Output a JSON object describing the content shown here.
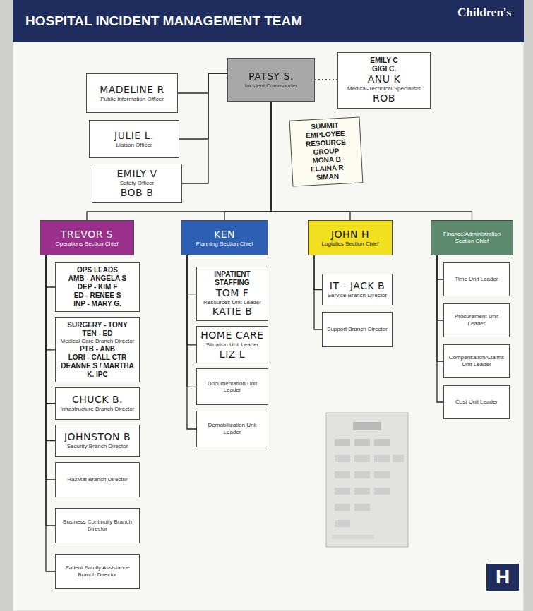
{
  "diagram": {
    "title": "HOSPITAL INCIDENT MANAGEMENT TEAM",
    "nodes": [
      {
        "text": [
          "PATSY S.",
          "Incident Commander"
        ]
      },
      {
        "text": [
          "MADELINE R",
          "Public Information Officer"
        ]
      },
      {
        "text": [
          "JULIE L.",
          "Liaison Officer"
        ]
      },
      {
        "text": [
          "EMILY V",
          "Safety Officer",
          "BOB B"
        ]
      },
      {
        "text": [
          "EMILY C",
          "GIGI C.",
          "ANU K",
          "Medical-Technical Specialists",
          "ROB"
        ]
      },
      {
        "text": [
          "SUMMIT EMPLOYEE RESOURCE GROUP",
          "MONA B",
          "ELAINA R",
          "SIMAN"
        ]
      },
      {
        "text": [
          "TREVOR S",
          "Operations Section Chief"
        ]
      },
      {
        "text": [
          "KEN",
          "Planning Section Chief"
        ]
      },
      {
        "text": [
          "JOHN H",
          "Logistics Section Chief"
        ]
      },
      {
        "text": [
          "Finance/Administration Section Chief"
        ]
      },
      {
        "text": [
          "OPS LEADS",
          "AMB - ANGELA S",
          "DEP - KIM F",
          "ED - RENEE S",
          "INP - MARY G."
        ]
      },
      {
        "text": [
          "SURGERY - TONY",
          "TEN - ED",
          "Medical Care Branch Director",
          "PTB - ANB",
          "LORI - CALL CTR",
          "DEANNE S / MARTHA K. IPC"
        ]
      },
      {
        "text": [
          "CHUCK B.",
          "Infrastructure Branch Director"
        ]
      },
      {
        "text": [
          "JOHNSTON B",
          "Security Branch Director"
        ]
      },
      {
        "text": [
          "HazMat Branch Director"
        ]
      },
      {
        "text": [
          "Business Continuity Branch Director"
        ]
      },
      {
        "text": [
          "Patient Family Assistance Branch Director"
        ]
      },
      {
        "text": [
          "INPATIENT STAFFING",
          "TOM F",
          "Resources Unit Leader",
          "KATIE B"
        ]
      },
      {
        "text": [
          "HOME CARE",
          "Situation Unit Leader",
          "LIZ L"
        ]
      },
      {
        "text": [
          "Documentation Unit Leader"
        ]
      },
      {
        "text": [
          "Demobilization Unit Leader"
        ]
      },
      {
        "text": [
          "IT - JACK B",
          "Service Branch Director"
        ]
      },
      {
        "text": [
          "Support Branch Director"
        ]
      },
      {
        "text": [
          "Time Unit Leader"
        ]
      },
      {
        "text": [
          "Procurement Unit Leader"
        ]
      },
      {
        "text": [
          "Compensation/Claims Unit Leader"
        ]
      },
      {
        "text": [
          "Cost Unit Leader"
        ]
      }
    ],
    "edges": [
      {
        "from": 0,
        "to": 1,
        "arrow": "none"
      },
      {
        "from": 0,
        "to": 2,
        "arrow": "none"
      },
      {
        "from": 0,
        "to": 3,
        "arrow": "none"
      },
      {
        "from": 0,
        "to": 4,
        "arrow": "none"
      },
      {
        "from": 0,
        "to": 6,
        "arrow": "none"
      },
      {
        "from": 0,
        "to": 7,
        "arrow": "none"
      },
      {
        "from": 0,
        "to": 8,
        "arrow": "none"
      },
      {
        "from": 0,
        "to": 9,
        "arrow": "none"
      },
      {
        "from": 6,
        "to": 10,
        "arrow": "none"
      },
      {
        "from": 6,
        "to": 11,
        "arrow": "none"
      },
      {
        "from": 6,
        "to": 12,
        "arrow": "none"
      },
      {
        "from": 6,
        "to": 13,
        "arrow": "none"
      },
      {
        "from": 6,
        "to": 14,
        "arrow": "none"
      },
      {
        "from": 6,
        "to": 15,
        "arrow": "none"
      },
      {
        "from": 6,
        "to": 16,
        "arrow": "none"
      },
      {
        "from": 7,
        "to": 17,
        "arrow": "none"
      },
      {
        "from": 7,
        "to": 18,
        "arrow": "none"
      },
      {
        "from": 7,
        "to": 19,
        "arrow": "none"
      },
      {
        "from": 7,
        "to": 20,
        "arrow": "none"
      },
      {
        "from": 8,
        "to": 21,
        "arrow": "none"
      },
      {
        "from": 8,
        "to": 22,
        "arrow": "none"
      },
      {
        "from": 9,
        "to": 23,
        "arrow": "none"
      },
      {
        "from": 9,
        "to": 24,
        "arrow": "none"
      },
      {
        "from": 9,
        "to": 25,
        "arrow": "none"
      },
      {
        "from": 9,
        "to": 26,
        "arrow": "none"
      }
    ],
    "labels": [
      "Children's",
      "H"
    ]
  }
}
